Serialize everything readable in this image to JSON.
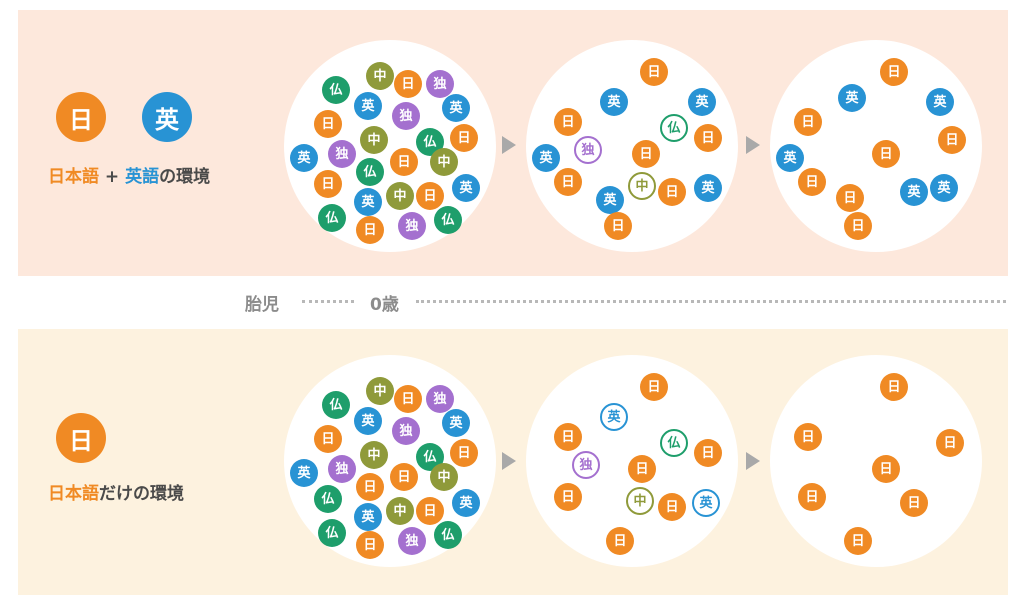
{
  "top_panel": {
    "badges": [
      {
        "label": "日",
        "color": "#f08a24"
      },
      {
        "label": "英",
        "color": "#2893d4"
      }
    ],
    "caption": {
      "ja": "日本語",
      "plus": " + ",
      "en": "英語",
      "rest": "の環境"
    },
    "circles": [
      [
        {
          "t": "仏",
          "k": "fr"
        },
        {
          "t": "中",
          "k": "zh"
        },
        {
          "t": "日",
          "k": "ja"
        },
        {
          "t": "独",
          "k": "de"
        },
        {
          "t": "日",
          "k": "ja"
        },
        {
          "t": "英",
          "k": "en"
        },
        {
          "t": "独",
          "k": "de"
        },
        {
          "t": "英",
          "k": "en"
        },
        {
          "t": "中",
          "k": "zh"
        },
        {
          "t": "仏",
          "k": "fr"
        },
        {
          "t": "日",
          "k": "ja"
        },
        {
          "t": "英",
          "k": "en"
        },
        {
          "t": "独",
          "k": "de"
        },
        {
          "t": "日",
          "k": "ja"
        },
        {
          "t": "中",
          "k": "zh"
        },
        {
          "t": "日",
          "k": "ja"
        },
        {
          "t": "仏",
          "k": "fr"
        },
        {
          "t": "英",
          "k": "en"
        },
        {
          "t": "中",
          "k": "zh"
        },
        {
          "t": "日",
          "k": "ja"
        },
        {
          "t": "英",
          "k": "en"
        },
        {
          "t": "仏",
          "k": "fr"
        },
        {
          "t": "日",
          "k": "ja"
        },
        {
          "t": "独",
          "k": "de"
        },
        {
          "t": "仏",
          "k": "fr"
        }
      ],
      [
        {
          "t": "日",
          "k": "ja"
        },
        {
          "t": "英",
          "k": "en"
        },
        {
          "t": "英",
          "k": "en"
        },
        {
          "t": "日",
          "k": "ja"
        },
        {
          "t": "仏",
          "k": "fr",
          "o": true
        },
        {
          "t": "日",
          "k": "ja"
        },
        {
          "t": "英",
          "k": "en"
        },
        {
          "t": "独",
          "k": "de",
          "o": true
        },
        {
          "t": "日",
          "k": "ja"
        },
        {
          "t": "日",
          "k": "ja"
        },
        {
          "t": "中",
          "k": "zh",
          "o": true
        },
        {
          "t": "日",
          "k": "ja"
        },
        {
          "t": "英",
          "k": "en"
        },
        {
          "t": "英",
          "k": "en"
        },
        {
          "t": "日",
          "k": "ja"
        }
      ],
      [
        {
          "t": "日",
          "k": "ja"
        },
        {
          "t": "英",
          "k": "en"
        },
        {
          "t": "英",
          "k": "en"
        },
        {
          "t": "日",
          "k": "ja"
        },
        {
          "t": "日",
          "k": "ja"
        },
        {
          "t": "英",
          "k": "en"
        },
        {
          "t": "日",
          "k": "ja"
        },
        {
          "t": "日",
          "k": "ja"
        },
        {
          "t": "英",
          "k": "en"
        },
        {
          "t": "日",
          "k": "ja"
        },
        {
          "t": "英",
          "k": "en"
        },
        {
          "t": "日",
          "k": "ja"
        }
      ]
    ]
  },
  "timeline": {
    "fetus": "胎児",
    "birth": "0歳"
  },
  "bottom_panel": {
    "badges": [
      {
        "label": "日",
        "color": "#f08a24"
      }
    ],
    "caption": {
      "ja": "日本語",
      "rest": "だけの環境"
    },
    "circles": [
      [
        {
          "t": "仏",
          "k": "fr"
        },
        {
          "t": "中",
          "k": "zh"
        },
        {
          "t": "日",
          "k": "ja"
        },
        {
          "t": "独",
          "k": "de"
        },
        {
          "t": "英",
          "k": "en"
        },
        {
          "t": "英",
          "k": "en"
        },
        {
          "t": "日",
          "k": "ja"
        },
        {
          "t": "独",
          "k": "de"
        },
        {
          "t": "中",
          "k": "zh"
        },
        {
          "t": "仏",
          "k": "fr"
        },
        {
          "t": "日",
          "k": "ja"
        },
        {
          "t": "英",
          "k": "en"
        },
        {
          "t": "独",
          "k": "de"
        },
        {
          "t": "日",
          "k": "ja"
        },
        {
          "t": "仏",
          "k": "fr"
        },
        {
          "t": "中",
          "k": "zh"
        },
        {
          "t": "日",
          "k": "ja"
        },
        {
          "t": "英",
          "k": "en"
        },
        {
          "t": "中",
          "k": "zh"
        },
        {
          "t": "日",
          "k": "ja"
        },
        {
          "t": "英",
          "k": "en"
        },
        {
          "t": "仏",
          "k": "fr"
        },
        {
          "t": "日",
          "k": "ja"
        },
        {
          "t": "独",
          "k": "de"
        },
        {
          "t": "仏",
          "k": "fr"
        }
      ],
      [
        {
          "t": "日",
          "k": "ja"
        },
        {
          "t": "英",
          "k": "en",
          "o": true
        },
        {
          "t": "日",
          "k": "ja"
        },
        {
          "t": "仏",
          "k": "fr",
          "o": true
        },
        {
          "t": "日",
          "k": "ja"
        },
        {
          "t": "独",
          "k": "de",
          "o": true
        },
        {
          "t": "日",
          "k": "ja"
        },
        {
          "t": "日",
          "k": "ja"
        },
        {
          "t": "中",
          "k": "zh",
          "o": true
        },
        {
          "t": "日",
          "k": "ja"
        },
        {
          "t": "英",
          "k": "en",
          "o": true
        },
        {
          "t": "日",
          "k": "ja"
        }
      ],
      [
        {
          "t": "日",
          "k": "ja"
        },
        {
          "t": "日",
          "k": "ja"
        },
        {
          "t": "日",
          "k": "ja"
        },
        {
          "t": "日",
          "k": "ja"
        },
        {
          "t": "日",
          "k": "ja"
        },
        {
          "t": "日",
          "k": "ja"
        },
        {
          "t": "日",
          "k": "ja"
        }
      ]
    ]
  },
  "colors": {
    "ja": "#f08a24",
    "en": "#2893d4",
    "fr": "#1e9e6b",
    "zh": "#8f9a3a",
    "de": "#a470cf"
  }
}
